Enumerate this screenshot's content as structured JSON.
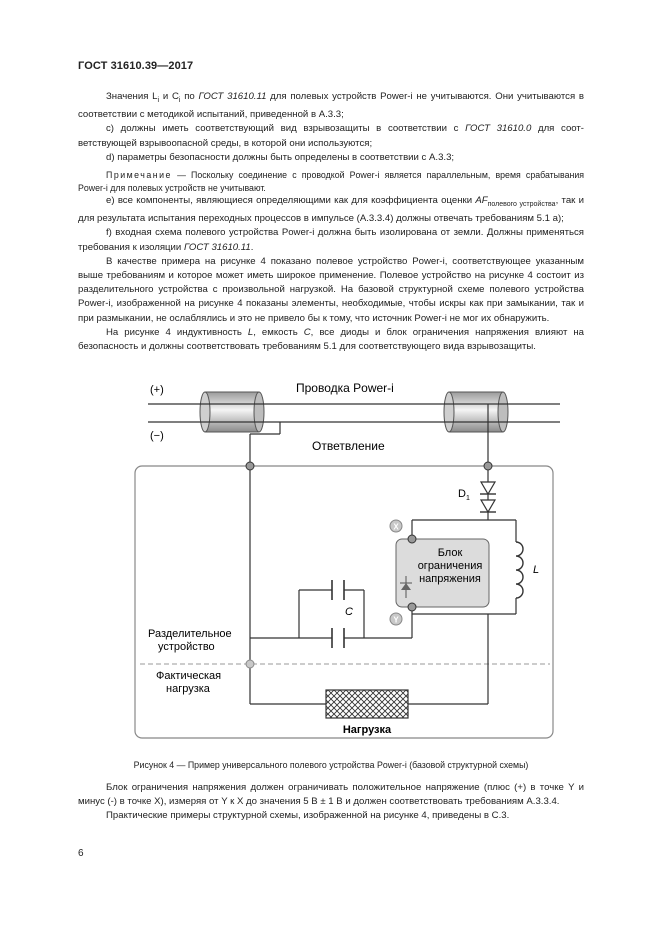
{
  "header": {
    "title": "ГОСТ 31610.39—2017"
  },
  "text_top": {
    "p1": {
      "a": "Значения L",
      "sub_i1": "i",
      "b": " и C",
      "sub_i2": "i",
      "c": " по ",
      "ref": "ГОСТ 31610.11",
      "d": " для полевых устройств Power-i не учитываются. Они учитыва­ются в соответствии с методикой испытаний, приведенной в А.3.3;"
    },
    "p2": {
      "a": "с) должны иметь соответствующий вид взрывозащиты в соответствии с ",
      "ref": "ГОСТ 31610.0",
      "b": " для соот­ветствующей взрывоопасной среды, в которой они используются;"
    },
    "p3": "d) параметры безопасности должны быть определены в соответствии с А.3.3;",
    "note": {
      "label": "Примечание",
      "text": " — Поскольку соединение с проводкой Power-i является параллельным, время срабатыва­ния Power-i для полевых устройств не учитывают."
    }
  },
  "text_mid": {
    "p4": {
      "a": "е) все компоненты, являющиеся определяющими как для коэффициента оценки ",
      "af": "AF",
      "af_sub": "полевого устройства",
      "b": ", так и для результата испытания переходных процессов в импульсе (А.3.3.4) должны отвечать требова­ниям 5.1 а);"
    },
    "p5": "f) входная схема полевого устройства Power-i должна быть изолирована от земли. Должны при­меняться требования к изоляции ",
    "p5_ref": "ГОСТ 31610.11",
    "p5_end": ".",
    "p6": "В качестве примера на рисунке 4 показано полевое устройство Power-i, соответствующее указан­ным выше требованиям и которое может иметь широкое применение. Полевое устройство на рисунке 4 состоит из разделительного устройства с произвольной нагрузкой. На базовой структурной схеме по­левого устройства Power-i, изображенной на рисунке 4 показаны элементы, необходимые, чтобы искры как при замыкании, так и при размыкании, не ослаблялись и это не привело бы к тому, что источник Power-i не мог их обнаружить.",
    "p7": {
      "a": "На рисунке 4 индуктивность ",
      "L": "L",
      "b": ", емкость ",
      "C": "C",
      "c": ", все диоды и блок ограничения напряжения влияют на безопасность и должны соответствовать требованиям 5.1  для соответствующего вида взрывозащиты."
    }
  },
  "diagram": {
    "plus": "(+)",
    "minus": "(−)",
    "wiring": "Проводка Power-i",
    "branch": "Ответвление",
    "d1": "D",
    "d1_sub": "1",
    "block_l1": "Блок",
    "block_l2": "ограничения",
    "block_l3": "напряжения",
    "x_label": "X",
    "y_label": "Y",
    "l_label": "L",
    "c_label": "C",
    "sep_l1": "Разделительное",
    "sep_l2": "устройство",
    "load_l1": "Фактическая",
    "load_l2": "нагрузка",
    "load_box": "Нагрузка"
  },
  "caption": "Рисунок 4 — Пример универсального полевого устройства Power-i (базовой структурной схемы)",
  "text_bottom": {
    "p8": "Блок ограничения напряжения должен ограничивать положительное напряжение (плюс (+) в точ­ке Y и минус (-) в точке X), измеряя от Y к X до значения 5 В ± 1 В и должен соответствовать требова­ниям А.3.3.4.",
    "p9": "Практические примеры структурной схемы, изображенной на рисунке 4, приведены в С.3."
  },
  "page_number": "6",
  "colors": {
    "accent_gray": "#8a8a8a",
    "block_fill": "#dcdcdc"
  }
}
